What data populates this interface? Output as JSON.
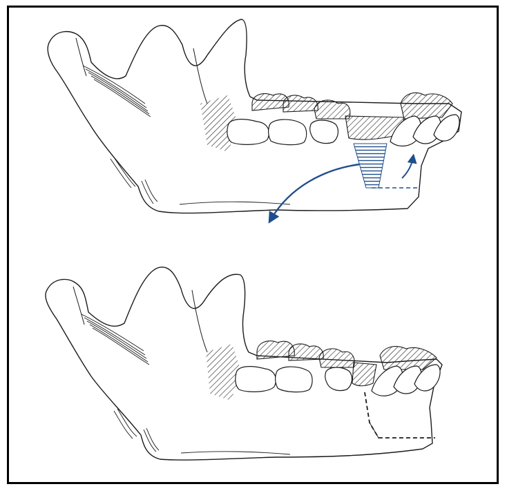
{
  "figure": {
    "panels": [
      {
        "id": "before",
        "description_state": "wedge-resection-marked"
      },
      {
        "id": "after",
        "description_state": "segment-repositioned"
      }
    ],
    "colors": {
      "line": "#1a1a1a",
      "accent": "#1f4e8c",
      "frame": "#000000",
      "background": "#ffffff"
    },
    "icons": [
      "curved-arrow-icon",
      "small-curved-arrow-icon"
    ]
  }
}
